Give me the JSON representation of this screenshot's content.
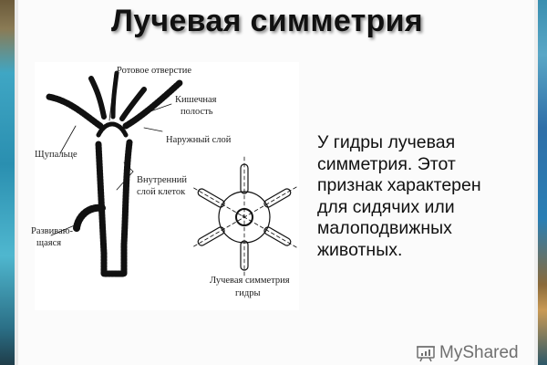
{
  "slide": {
    "title": "Лучевая симметрия",
    "figure": {
      "labels": {
        "mouth": "Ротовое отверстие",
        "gut_cavity_1": "Кишечная",
        "gut_cavity_2": "полость",
        "outer_layer": "Наружный слой",
        "tentacle": "Щупальце",
        "inner_layer_1": "Внутренний",
        "inner_layer_2": "слой клеток",
        "bud_1": "Развиваю-",
        "bud_2": "щаяся",
        "radial_caption_1": "Лучевая симметрия",
        "radial_caption_2": "гидры"
      }
    },
    "body_lines": [
      "У гидры лучевая",
      "симметрия. Этот",
      "признак характерен",
      "для сидячих или",
      "малоподвижных",
      "животных."
    ]
  },
  "watermark": {
    "icon": "presentation-chart-icon",
    "text": "MyShared"
  },
  "colors": {
    "title": "#111111",
    "text": "#111111",
    "watermark": "#6f6f6f",
    "background": "#fbfbfb"
  }
}
